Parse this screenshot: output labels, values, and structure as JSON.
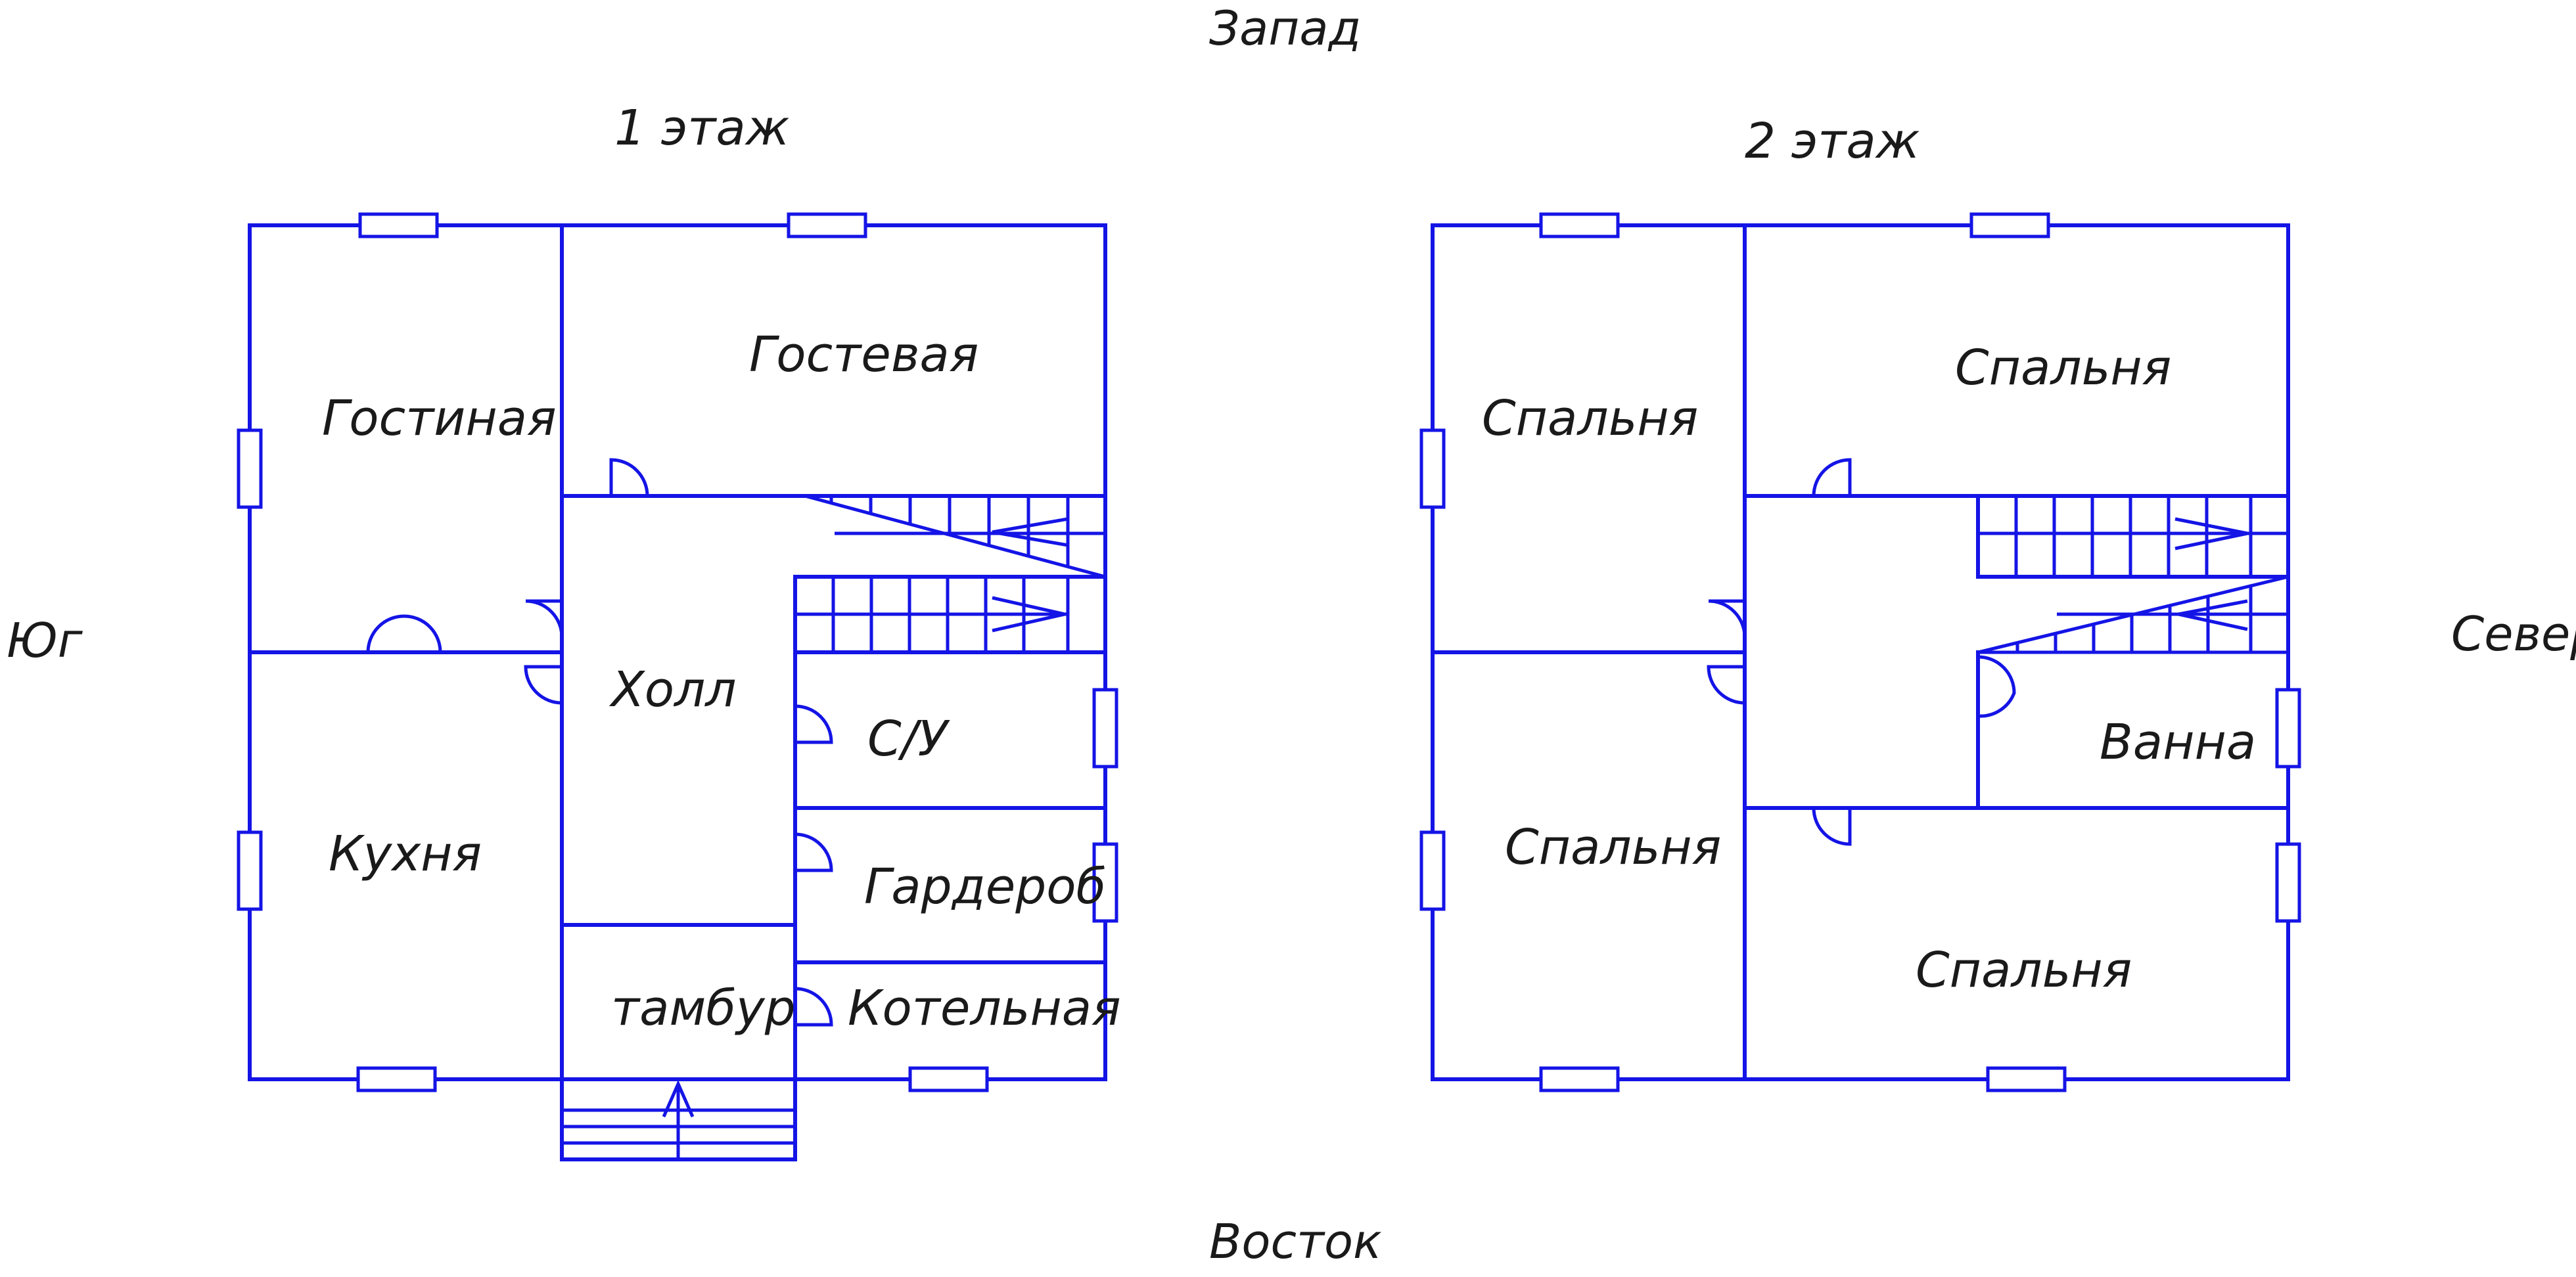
{
  "compass": {
    "west": "Запад",
    "east": "Восток",
    "south": "Юг",
    "north": "Север"
  },
  "floor1": {
    "title": "1 этаж",
    "rooms": {
      "living": "Гостиная",
      "guest": "Гостевая",
      "hall": "Холл",
      "kitchen": "Кухня",
      "bathroom": "С/У",
      "wardrobe": "Гардероб",
      "vestibule": "тамбур",
      "boiler": "Котельная"
    }
  },
  "floor2": {
    "title": "2 этаж",
    "rooms": {
      "bedroom_nw": "Спальня",
      "bedroom_ne": "Спальня",
      "bedroom_sw": "Спальня",
      "bedroom_se": "Спальня",
      "bath": "Ванна"
    }
  },
  "colors": {
    "lines": "#1414e6",
    "text": "#1a1a1a",
    "background": "#ffffff"
  }
}
